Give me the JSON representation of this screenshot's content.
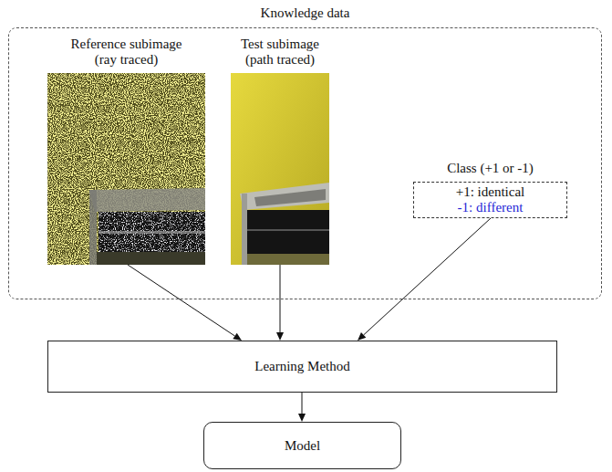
{
  "diagram": {
    "nodes": [
      {
        "text": [
          "Knowledge data"
        ]
      },
      {
        "text": [
          "Reference subimage (ray traced)"
        ],
        "in": 0
      },
      {
        "text": [
          "Test subimage (path traced)"
        ],
        "in": 0
      },
      {
        "text": [
          "Class (+1 or -1)",
          "+1: identical",
          "-1: different"
        ],
        "in": 0
      },
      {
        "text": [
          "Learning Method"
        ]
      },
      {
        "text": [
          "Model"
        ]
      }
    ],
    "edges": [
      {
        "from": 1,
        "to": 4,
        "arrow": "to"
      },
      {
        "from": 2,
        "to": 4,
        "arrow": "to"
      },
      {
        "from": 3,
        "to": 4,
        "arrow": "to"
      },
      {
        "from": 4,
        "to": 5,
        "arrow": "to"
      }
    ]
  }
}
